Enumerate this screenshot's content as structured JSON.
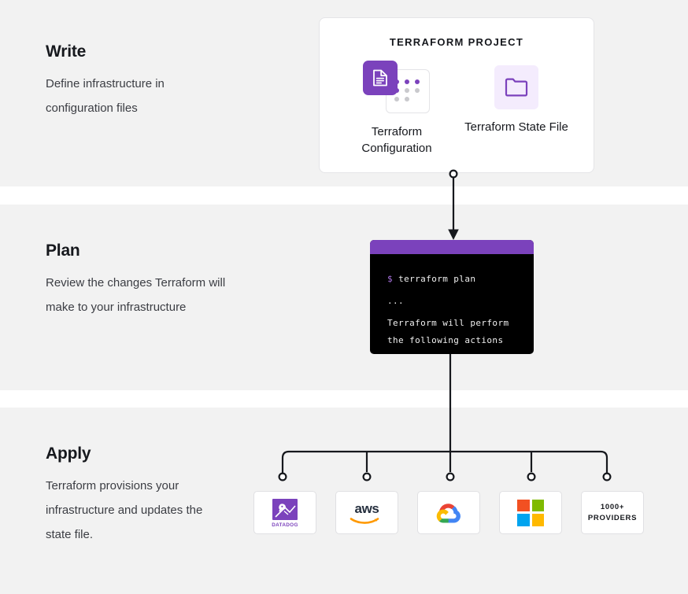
{
  "steps": [
    {
      "title": "Write",
      "desc": "Define infrastructure in configuration files"
    },
    {
      "title": "Plan",
      "desc": "Review the changes Terraform will make to your infrastructure"
    },
    {
      "title": "Apply",
      "desc": "Terraform provisions your infrastructure and updates the state file."
    }
  ],
  "project_card": {
    "heading": "TERRAFORM PROJECT",
    "assets": [
      {
        "label": "Terraform Configuration",
        "icon": "document-icon"
      },
      {
        "label": "Terraform State File",
        "icon": "folder-icon"
      }
    ]
  },
  "terminal": {
    "prompt_symbol": "$",
    "command": "terraform plan",
    "ellipsis": "...",
    "output_line_1": "Terraform will perform",
    "output_line_2": "the following actions"
  },
  "providers": [
    {
      "name": "Datadog",
      "icon": "datadog-logo",
      "label": "DATADOG"
    },
    {
      "name": "AWS",
      "icon": "aws-logo",
      "label": "aws"
    },
    {
      "name": "Google Cloud",
      "icon": "google-cloud-logo",
      "label": ""
    },
    {
      "name": "Microsoft",
      "icon": "microsoft-logo",
      "label": ""
    },
    {
      "name": "More providers",
      "icon": "",
      "label_line_1": "1000+",
      "label_line_2": "PROVIDERS"
    }
  ],
  "colors": {
    "brand_purple": "#7b42bc",
    "purple_light": "#f4ecfd",
    "band_gray": "#f2f2f2",
    "text_dark": "#16181d",
    "terminal_black": "#000000",
    "ms_red": "#f25022",
    "ms_green": "#7fba00",
    "ms_blue": "#00a4ef",
    "ms_yellow": "#ffb900",
    "aws_orange": "#ff9900",
    "gcp_red": "#ea4335",
    "gcp_yellow": "#fbbc04",
    "gcp_blue": "#4285f4",
    "gcp_green": "#34a853"
  }
}
